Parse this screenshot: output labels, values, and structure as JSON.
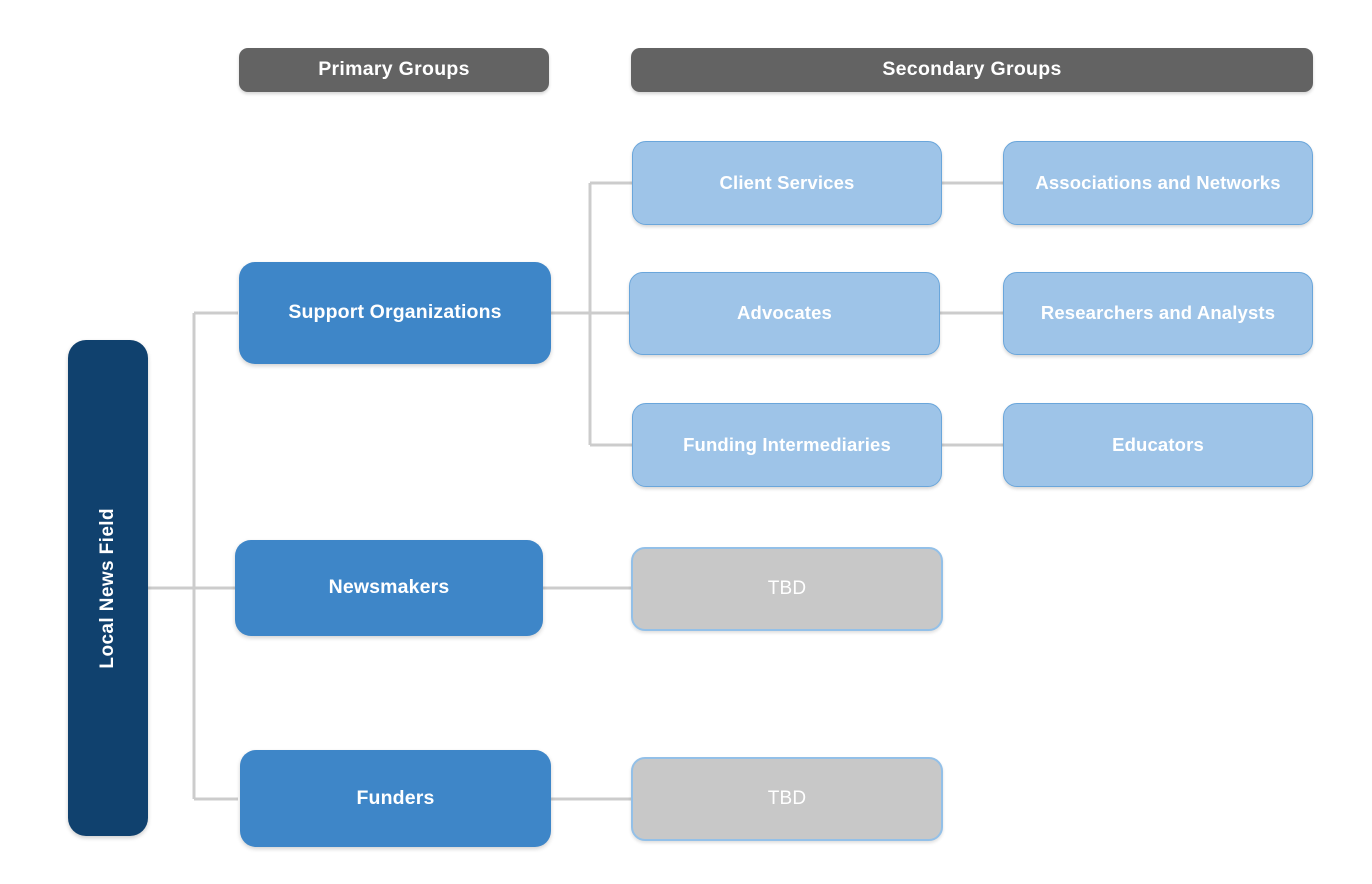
{
  "diagram": {
    "title": "Local News Field",
    "column_headers": [
      {
        "id": "primary-groups-header",
        "label": "Primary Groups"
      },
      {
        "id": "secondary-groups-header",
        "label": "Secondary Groups"
      }
    ],
    "root": {
      "id": "local-news-field",
      "label": "Local News Field"
    },
    "primary_groups": [
      {
        "id": "support-organizations",
        "label": "Support Organizations"
      },
      {
        "id": "newsmakers",
        "label": "Newsmakers"
      },
      {
        "id": "funders",
        "label": "Funders"
      }
    ],
    "secondary_groups": [
      {
        "id": "client-services",
        "label": "Client Services",
        "parent": "support-organizations",
        "kind": "secondary"
      },
      {
        "id": "advocates",
        "label": "Advocates",
        "parent": "support-organizations",
        "kind": "secondary"
      },
      {
        "id": "funding-intermediaries",
        "label": "Funding Intermediaries",
        "parent": "support-organizations",
        "kind": "secondary"
      },
      {
        "id": "newsmakers-tbd",
        "label": "TBD",
        "parent": "newsmakers",
        "kind": "tbd"
      },
      {
        "id": "funders-tbd",
        "label": "TBD",
        "parent": "funders",
        "kind": "tbd"
      }
    ],
    "tertiary_groups": [
      {
        "id": "associations-and-networks",
        "label": "Associations and Networks",
        "parent": "client-services",
        "kind": "secondary"
      },
      {
        "id": "researchers-and-analysts",
        "label": "Researchers and Analysts",
        "parent": "advocates",
        "kind": "secondary"
      },
      {
        "id": "educators",
        "label": "Educators",
        "parent": "funding-intermediaries",
        "kind": "secondary"
      }
    ],
    "colors": {
      "header_grey": "#636363",
      "root_navy": "#10416e",
      "primary_blue": "#3e86c8",
      "secondary_light_blue": "#9ec4e8",
      "secondary_border": "#6aa6db",
      "tbd_grey": "#c8c8c8",
      "tbd_border": "#93c0e8",
      "connector_grey": "#cccccc",
      "text_white": "#ffffff",
      "background": "#ffffff"
    }
  }
}
